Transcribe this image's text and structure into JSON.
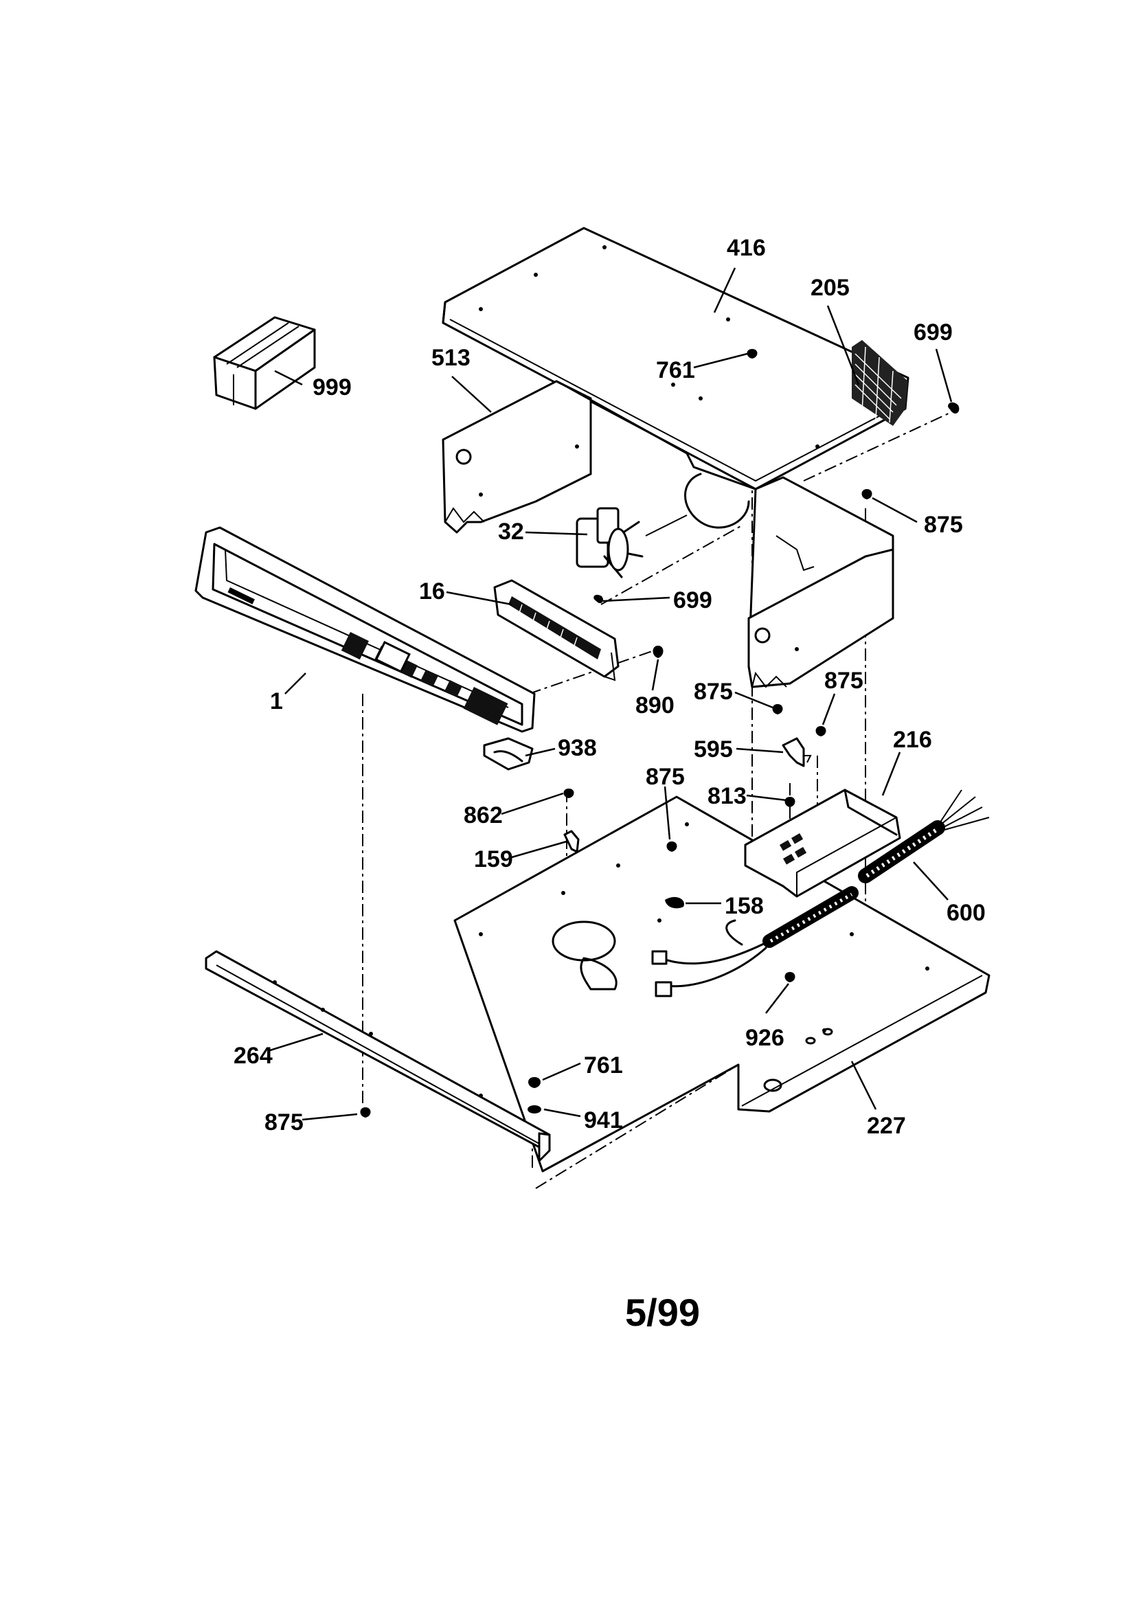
{
  "diagram": {
    "page_code": "5/99",
    "labels": {
      "p416": "416",
      "p205": "205",
      "p699a": "699",
      "p513": "513",
      "p761a": "761",
      "p999": "999",
      "p875a": "875",
      "p32": "32",
      "p16": "16",
      "p699b": "699",
      "p890": "890",
      "p1": "1",
      "p875b": "875",
      "p875c": "875",
      "p216": "216",
      "p595": "595",
      "p938": "938",
      "p875d": "875",
      "p813": "813",
      "p862": "862",
      "p159": "159",
      "p158": "158",
      "p600": "600",
      "p926": "926",
      "p264": "264",
      "p761b": "761",
      "p941": "941",
      "p875e": "875",
      "p227": "227"
    }
  }
}
